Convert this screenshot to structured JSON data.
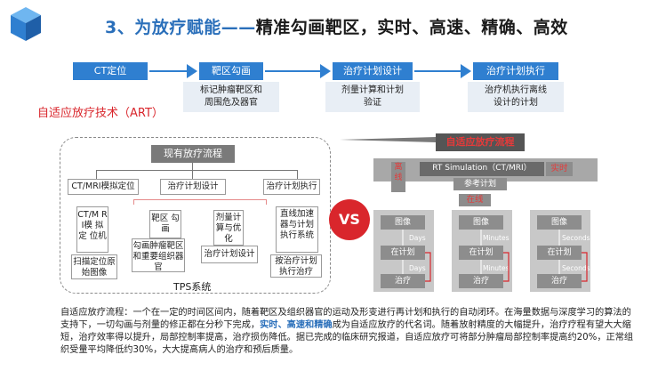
{
  "header": {
    "title_highlight": "3、为放疗赋能——",
    "title_rest": "精准勾画靶区，实时、高速、精确、高效"
  },
  "process": [
    {
      "head": "CT定位",
      "body_lines": []
    },
    {
      "head": "靶区勾画",
      "body_lines": [
        "标记肿瘤靶区和",
        "周围危及器官"
      ]
    },
    {
      "head": "治疗计划设计",
      "body_lines": [
        "剂量计算和计划",
        "验证"
      ]
    },
    {
      "head": "治疗计划执行",
      "body_lines": [
        "治疗机执行离线",
        "设计的计划"
      ]
    }
  ],
  "art_label": "自适应放疗技术（ART）",
  "tps": {
    "title": "现有放疗流程",
    "caption": "TPS系统",
    "row1": [
      "CT/MRI模拟定位",
      "治疗计划设计",
      "治疗计划执行"
    ],
    "col1_top": "CT/M RI模 拟定 位机",
    "col1_bottom": "扫描定位原始图像",
    "col2_top": "靶区 勾画",
    "col2_bottom": "勾画肿瘤靶区和重要组织器官",
    "col3_top": "剂量计算与优化",
    "col3_bottom": "治疗计划设计",
    "col4_top": "直线加速器与计划执行系统",
    "col4_bottom": "按治疗计划执行治疗"
  },
  "vs": "VS",
  "art": {
    "title": "自适应放疗流程",
    "offline": "离线",
    "realtime": "实时",
    "sim": "RT Simulation（CT/MRI）",
    "ref_plan": "参考计划",
    "online": "在线",
    "columns": [
      {
        "image": "图像",
        "plan": "在计划",
        "treat": "治疗",
        "t1": "Days",
        "t2": "Days"
      },
      {
        "image": "图像",
        "plan": "在计划",
        "treat": "治疗",
        "t1": "Minutes",
        "t2": "Minutes"
      },
      {
        "image": "图像",
        "plan": "在计划",
        "treat": "治疗",
        "t1": "Seconds",
        "t2": "Seconds"
      }
    ]
  },
  "bottom": {
    "p1": "自适应放疗流程：一个在一定的时间区间内，随着靶区及组织器官的运动及形变进行再计划和执行的自动闭环。在海量数据与深度学习的算法的支持下，一切勾画与剂量的修正都在分秒下完成，",
    "p_blue": "实时、高速和精确",
    "p2": "成为自适应放疗的代名词。随着放射精度的大幅提升，治疗疗程有望大大缩短，治疗效率得以提升，局部控制率提高，治疗损伤降低。据已完成的临床研究报道，自适应放疗可将部分肿瘤局部控制率提高约20%，正常组织受量平均降低约30%，大大提高病人的治疗和预后质量。"
  }
}
